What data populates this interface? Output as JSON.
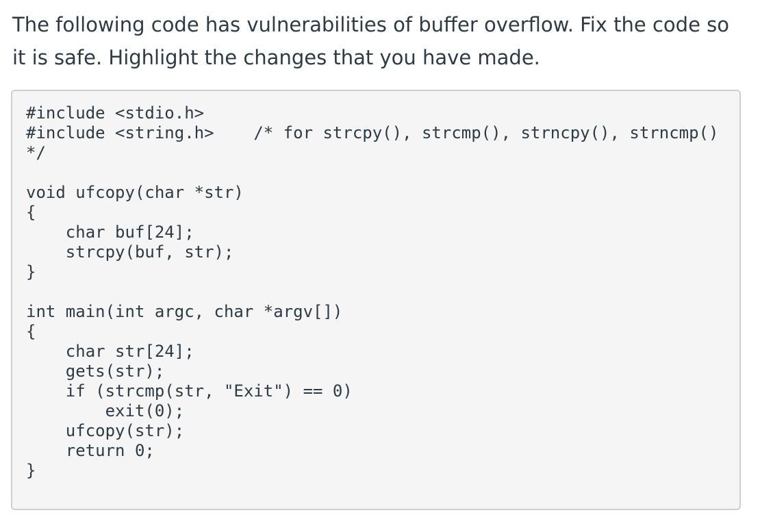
{
  "question": {
    "text": "The following code has vulnerabilities of buffer overflow. Fix the code so it is safe. Highlight the changes that you have made."
  },
  "code_block": {
    "lines": [
      "#include <stdio.h>",
      "#include <string.h>    /* for strcpy(), strcmp(), strncpy(), strncmp()",
      "*/",
      "",
      "void ufcopy(char *str)",
      "{",
      "    char buf[24];",
      "    strcpy(buf, str);",
      "}",
      "",
      "int main(int argc, char *argv[])",
      "{",
      "    char str[24];",
      "    gets(str);",
      "    if (strcmp(str, \"Exit\") == 0)",
      "        exit(0);",
      "    ufcopy(str);",
      "    return 0;",
      "}"
    ]
  }
}
